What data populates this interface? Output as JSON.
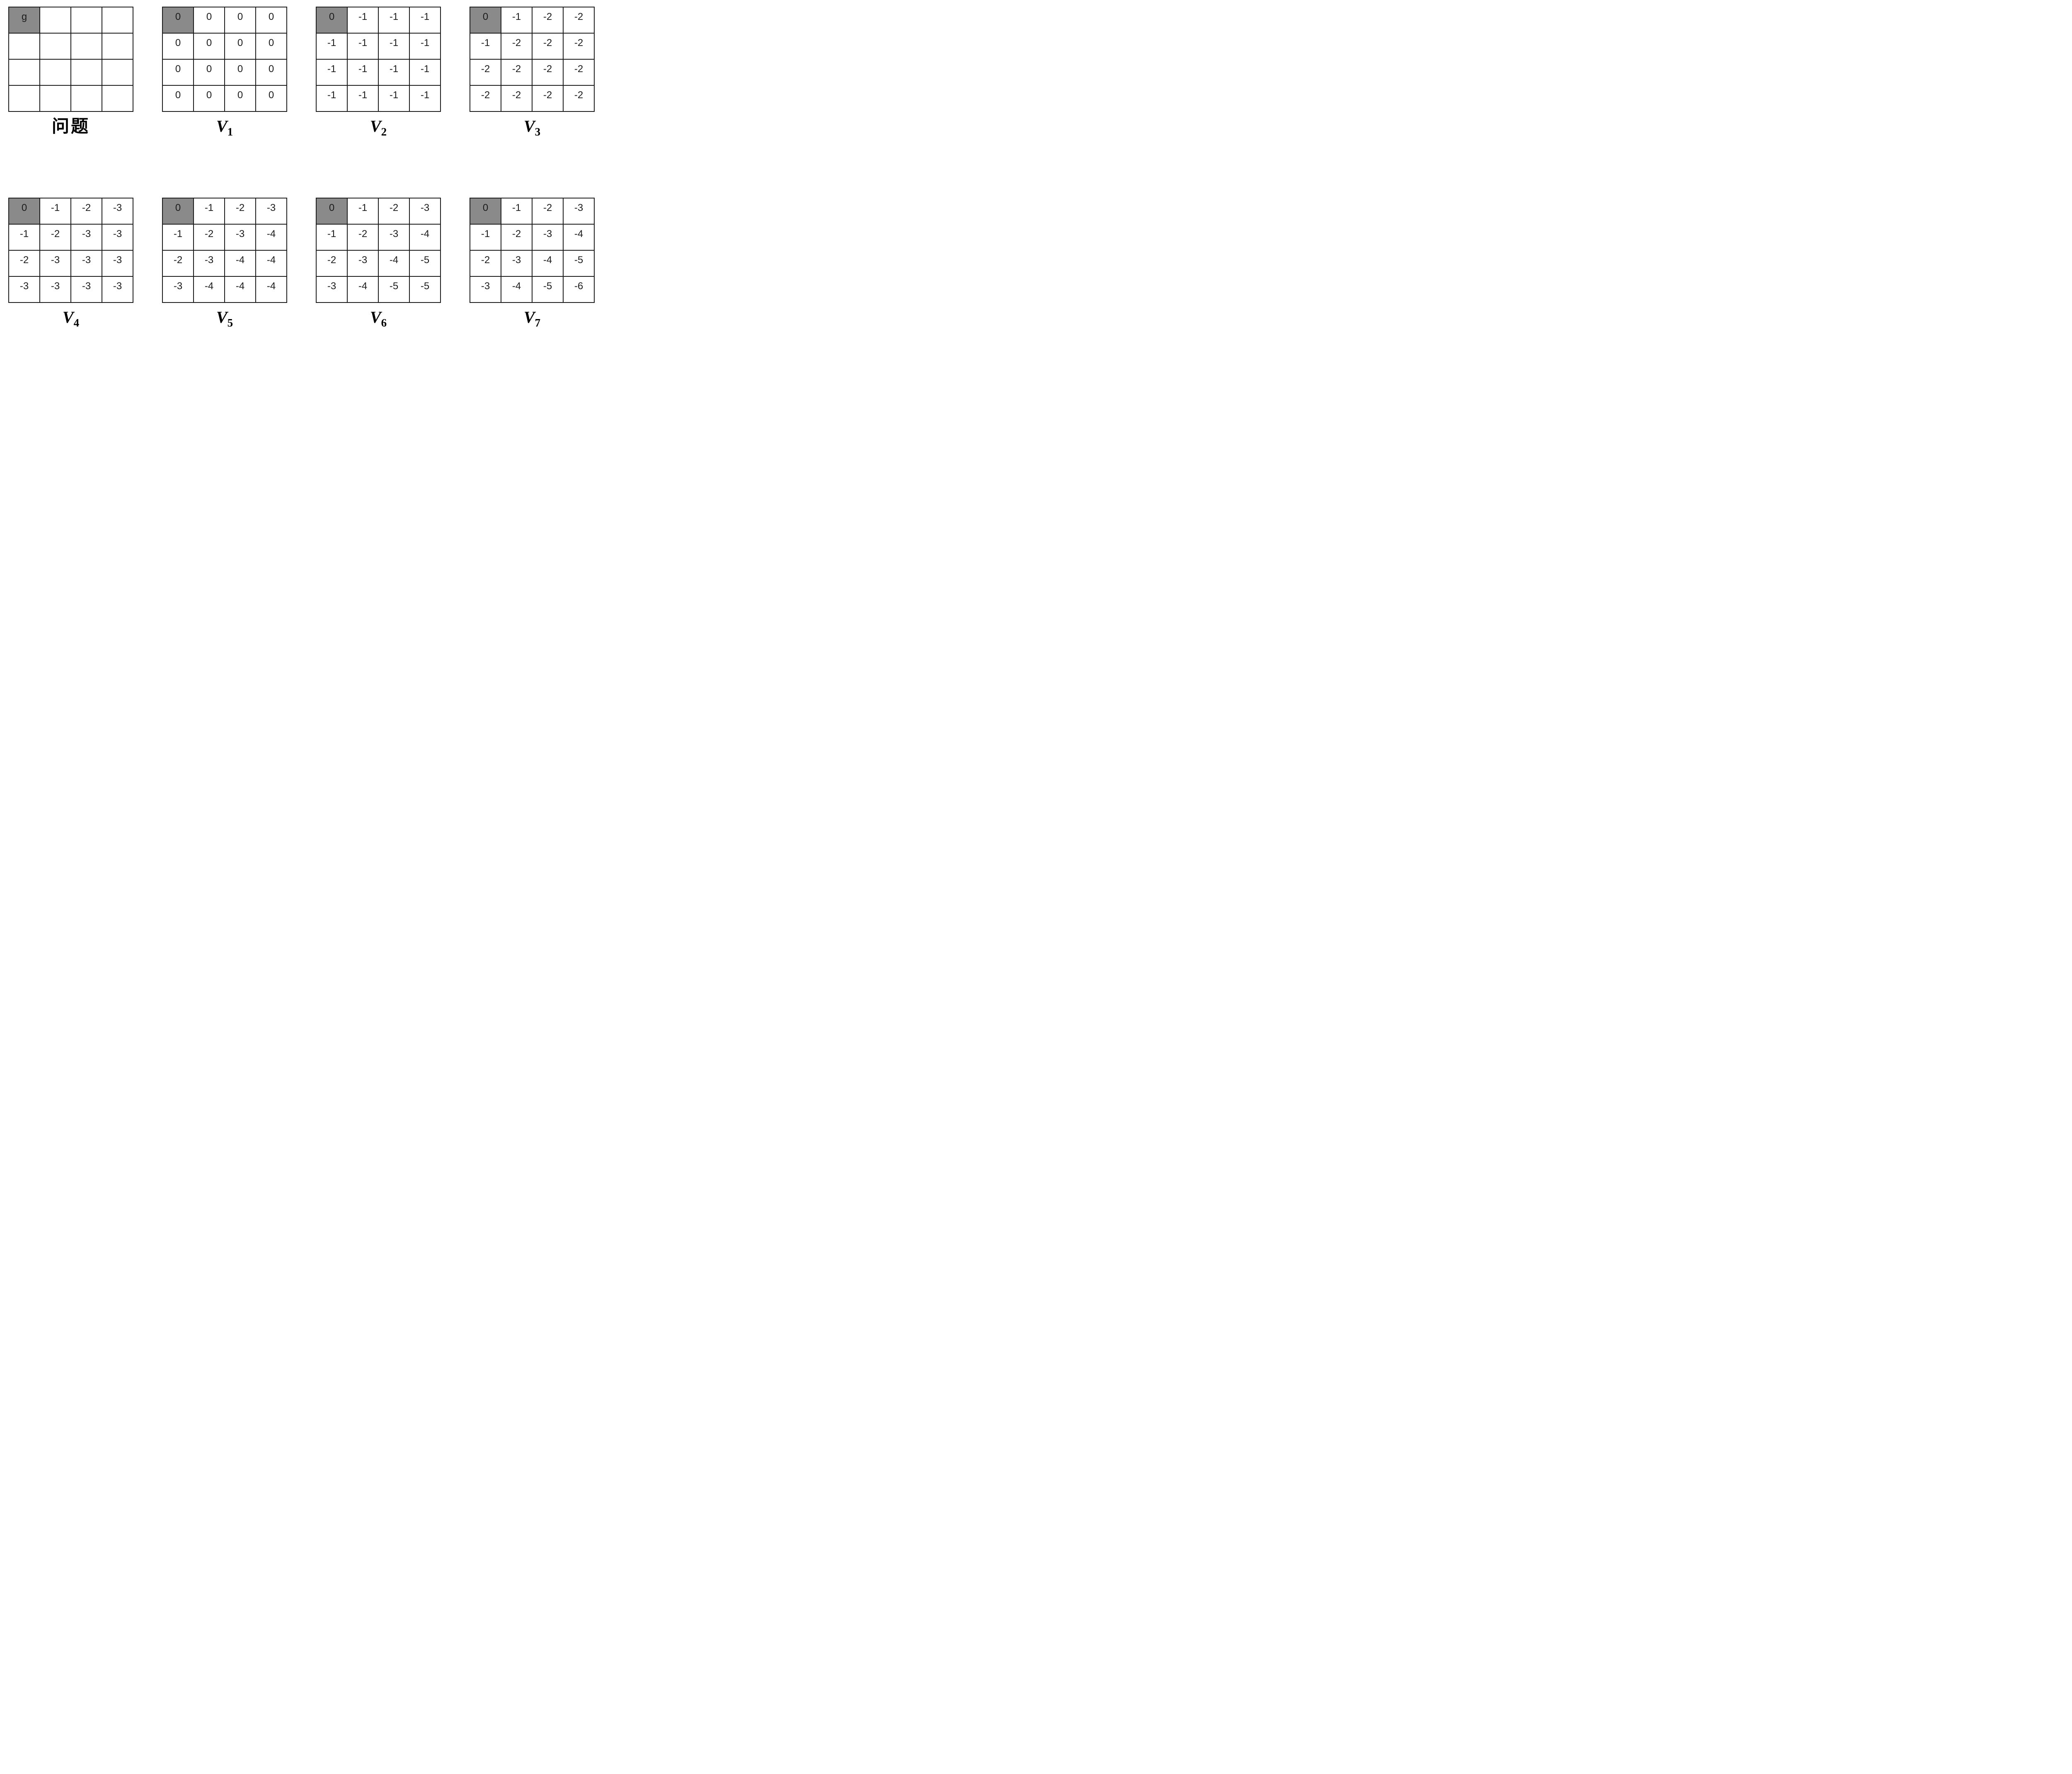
{
  "figure": {
    "description_label": "value-iteration-gridworld",
    "colors": {
      "highlight": "#8a8a8a",
      "line": "#1a1a1a",
      "text": "#1c1c1c",
      "background": "#ffffff"
    },
    "grids": [
      {
        "id": "problem",
        "row": 0,
        "label": "问题",
        "label_style": "cjk",
        "highlight_cell": [
          0,
          0
        ],
        "cells": [
          [
            "g",
            "",
            "",
            ""
          ],
          [
            "",
            "",
            "",
            ""
          ],
          [
            "",
            "",
            "",
            ""
          ],
          [
            "",
            "",
            "",
            ""
          ]
        ]
      },
      {
        "id": "V1",
        "row": 0,
        "label_base": "V",
        "label_sub": "1",
        "highlight_cell": [
          0,
          0
        ],
        "cells": [
          [
            "0",
            "0",
            "0",
            "0"
          ],
          [
            "0",
            "0",
            "0",
            "0"
          ],
          [
            "0",
            "0",
            "0",
            "0"
          ],
          [
            "0",
            "0",
            "0",
            "0"
          ]
        ]
      },
      {
        "id": "V2",
        "row": 0,
        "label_base": "V",
        "label_sub": "2",
        "highlight_cell": [
          0,
          0
        ],
        "cells": [
          [
            "0",
            "-1",
            "-1",
            "-1"
          ],
          [
            "-1",
            "-1",
            "-1",
            "-1"
          ],
          [
            "-1",
            "-1",
            "-1",
            "-1"
          ],
          [
            "-1",
            "-1",
            "-1",
            "-1"
          ]
        ]
      },
      {
        "id": "V3",
        "row": 0,
        "label_base": "V",
        "label_sub": "3",
        "highlight_cell": [
          0,
          0
        ],
        "cells": [
          [
            "0",
            "-1",
            "-2",
            "-2"
          ],
          [
            "-1",
            "-2",
            "-2",
            "-2"
          ],
          [
            "-2",
            "-2",
            "-2",
            "-2"
          ],
          [
            "-2",
            "-2",
            "-2",
            "-2"
          ]
        ]
      },
      {
        "id": "V4",
        "row": 1,
        "label_base": "V",
        "label_sub": "4",
        "highlight_cell": [
          0,
          0
        ],
        "cells": [
          [
            "0",
            "-1",
            "-2",
            "-3"
          ],
          [
            "-1",
            "-2",
            "-3",
            "-3"
          ],
          [
            "-2",
            "-3",
            "-3",
            "-3"
          ],
          [
            "-3",
            "-3",
            "-3",
            "-3"
          ]
        ]
      },
      {
        "id": "V5",
        "row": 1,
        "label_base": "V",
        "label_sub": "5",
        "highlight_cell": [
          0,
          0
        ],
        "cells": [
          [
            "0",
            "-1",
            "-2",
            "-3"
          ],
          [
            "-1",
            "-2",
            "-3",
            "-4"
          ],
          [
            "-2",
            "-3",
            "-4",
            "-4"
          ],
          [
            "-3",
            "-4",
            "-4",
            "-4"
          ]
        ]
      },
      {
        "id": "V6",
        "row": 1,
        "label_base": "V",
        "label_sub": "6",
        "highlight_cell": [
          0,
          0
        ],
        "cells": [
          [
            "0",
            "-1",
            "-2",
            "-3"
          ],
          [
            "-1",
            "-2",
            "-3",
            "-4"
          ],
          [
            "-2",
            "-3",
            "-4",
            "-5"
          ],
          [
            "-3",
            "-4",
            "-5",
            "-5"
          ]
        ]
      },
      {
        "id": "V7",
        "row": 1,
        "label_base": "V",
        "label_sub": "7",
        "highlight_cell": [
          0,
          0
        ],
        "cells": [
          [
            "0",
            "-1",
            "-2",
            "-3"
          ],
          [
            "-1",
            "-2",
            "-3",
            "-4"
          ],
          [
            "-2",
            "-3",
            "-4",
            "-5"
          ],
          [
            "-3",
            "-4",
            "-5",
            "-6"
          ]
        ]
      }
    ]
  }
}
